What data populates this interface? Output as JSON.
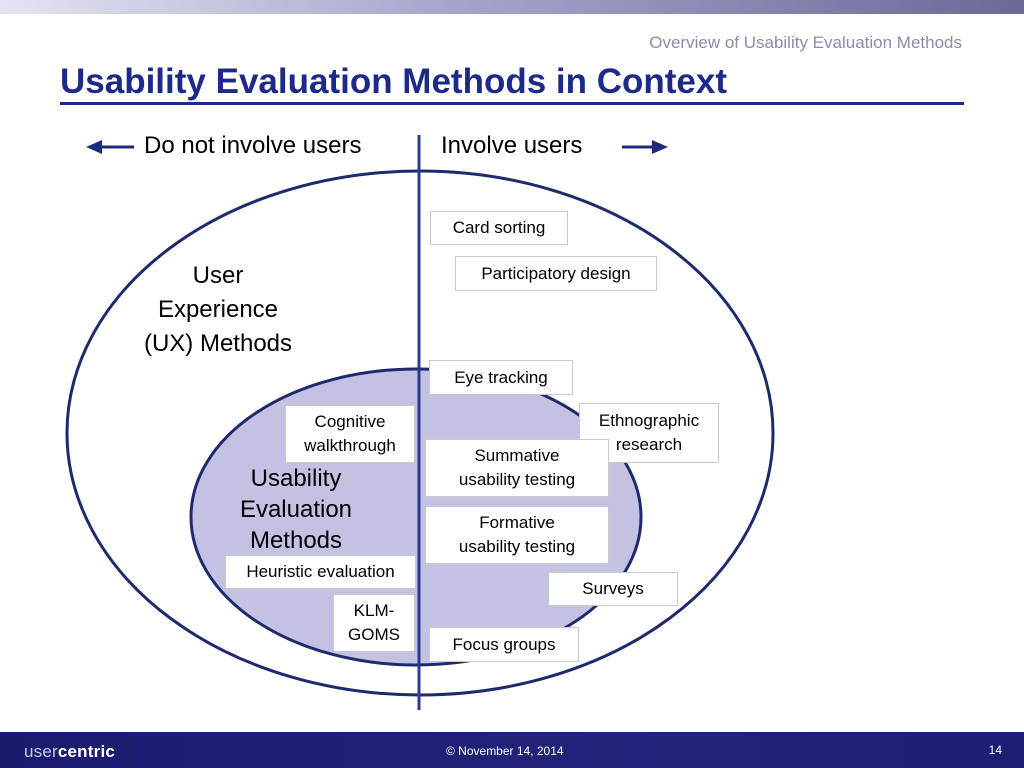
{
  "header": {
    "section_title": "Overview of Usability Evaluation Methods",
    "title": "Usability Evaluation Methods in Context"
  },
  "diagram": {
    "left_label": "Do not involve users",
    "right_label": "Involve users",
    "outer_label": "User\nExperience\n(UX) Methods",
    "inner_label": "Usability\nEvaluation\nMethods",
    "methods": {
      "card_sorting": "Card sorting",
      "participatory_design": "Participatory design",
      "eye_tracking": "Eye tracking",
      "ethnographic_research": "Ethnographic\nresearch",
      "cognitive_walkthrough": "Cognitive\nwalkthrough",
      "summative_testing": "Summative\nusability testing",
      "formative_testing": "Formative\nusability testing",
      "heuristic_evaluation": "Heuristic evaluation",
      "klm_goms": "KLM-\nGOMS",
      "surveys": "Surveys",
      "focus_groups": "Focus groups"
    },
    "colors": {
      "outline": "#1e2a6e",
      "inner_fill": "#c4c2e2",
      "arrow": "#1e2a7e"
    }
  },
  "footer": {
    "logo_prefix": "user",
    "logo_suffix": "centric",
    "copyright_date": "©  November 14, 2014",
    "page_number": "14"
  }
}
